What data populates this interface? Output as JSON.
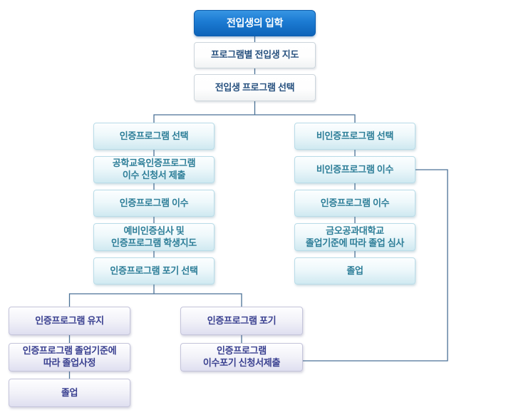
{
  "colors": {
    "connector_line": "#4a7196",
    "primary_box_top": "#3795e3",
    "primary_box_bottom": "#0d63b9",
    "primary_text": "#ffffff",
    "plain_text": "#27517f",
    "cyan_text": "#2d7e98",
    "purple_text": "#3a4090"
  },
  "nodes": {
    "start": "전입생의 입학",
    "transfer_guidance": "프로그램별 전입생 지도",
    "transfer_program_select": "전입생 프로그램 선택",
    "cert_select": "인증프로그램 선택",
    "cert_apply": "공학교육인증프로그램\n이수 신청서 제출",
    "cert_complete": "인증프로그램 이수",
    "cert_prelim_review": "예비인증심사 및\n인증프로그램 학생지도",
    "cert_giveup_select": "인증프로그램 포기 선택",
    "noncert_select": "비인증프로그램 선택",
    "noncert_complete": "비인증프로그램 이수",
    "cert_complete_right": "인증프로그램 이수",
    "univ_grad_review": "금오공과대학교\n졸업기준에 따라 졸업 심사",
    "grad_right": "졸업",
    "cert_keep": "인증프로그램 유지",
    "cert_grad_assess": "인증프로그램 졸업기준에\n따라 졸업사정",
    "grad_left": "졸업",
    "cert_giveup": "인증프로그램 포기",
    "giveup_submit": "인증프로그램\n이수포기 신청서제출"
  }
}
